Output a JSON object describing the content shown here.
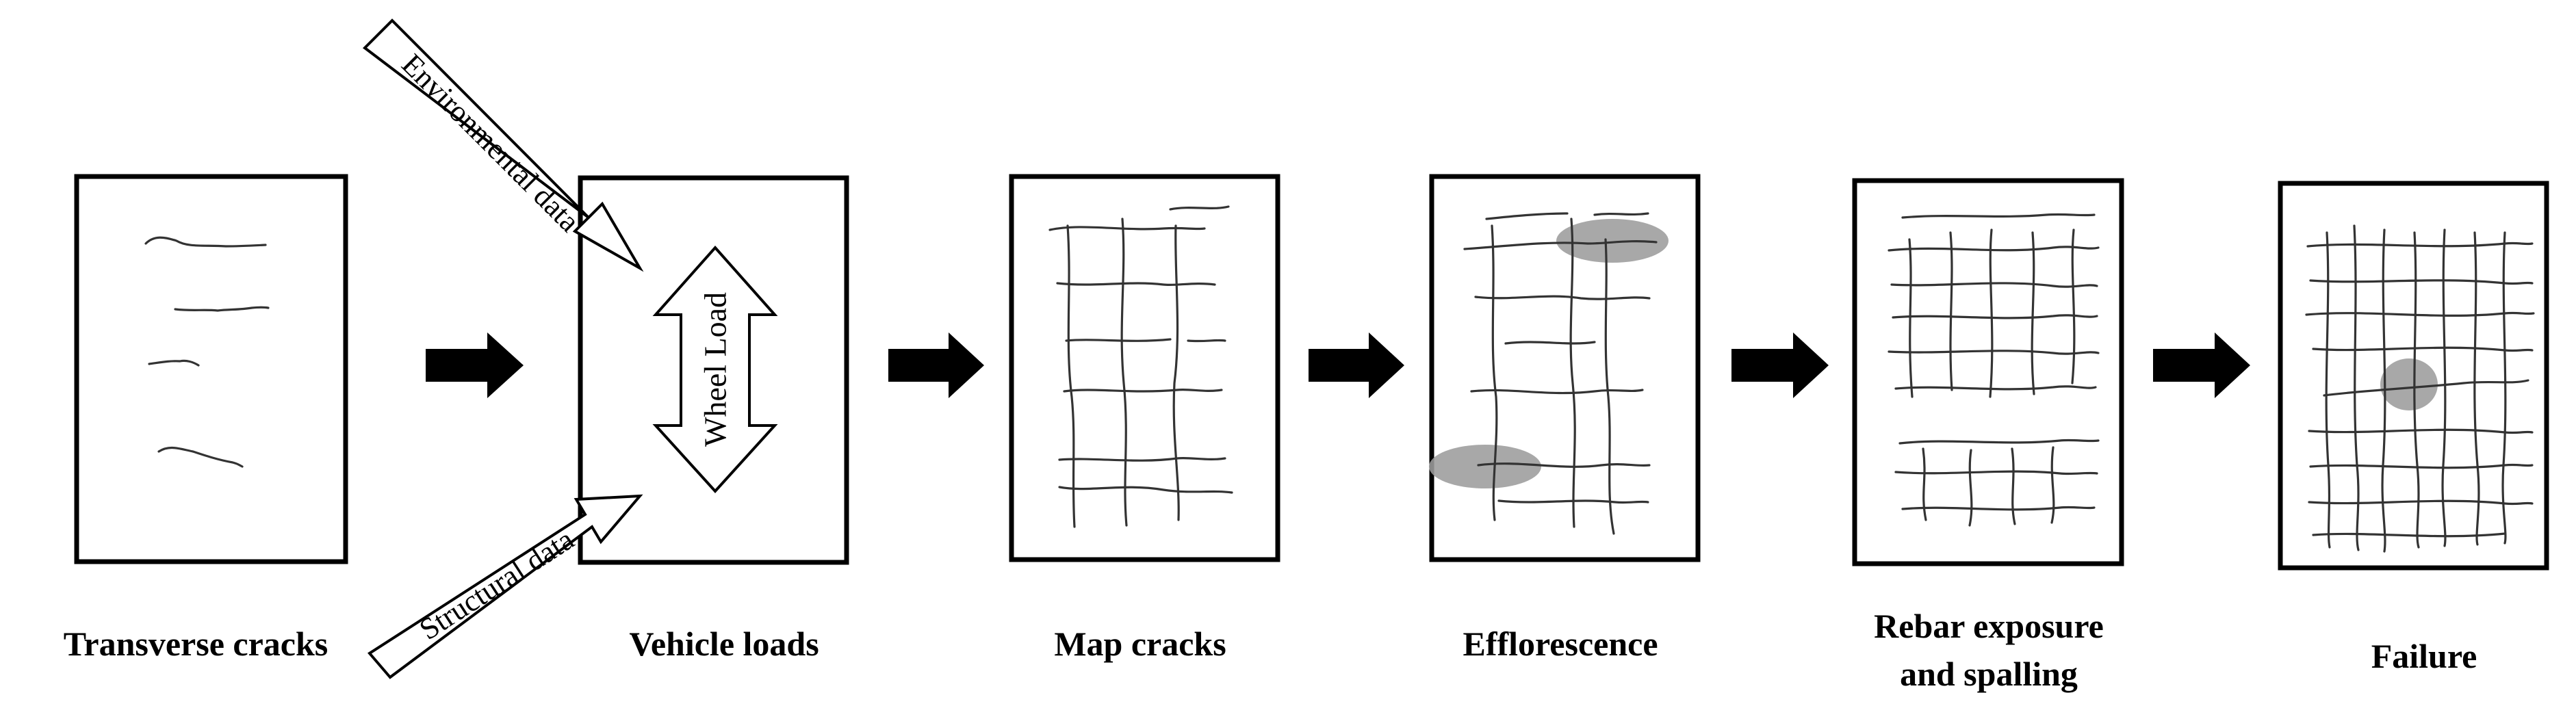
{
  "stages": [
    {
      "caption": "Transverse cracks"
    },
    {
      "caption": "Vehicle loads"
    },
    {
      "caption": "Map cracks"
    },
    {
      "caption": "Efflorescence"
    },
    {
      "caption_line1": "Rebar exposure",
      "caption_line2": "and spalling"
    },
    {
      "caption": "Failure"
    }
  ],
  "inputs": {
    "environmental": "Environmental data",
    "structural": "Structural data",
    "wheel_load": "Wheel Load"
  },
  "colors": {
    "outline": "#000000",
    "crack": "#333333",
    "stain": "#9c9c9c",
    "background": "#ffffff"
  }
}
